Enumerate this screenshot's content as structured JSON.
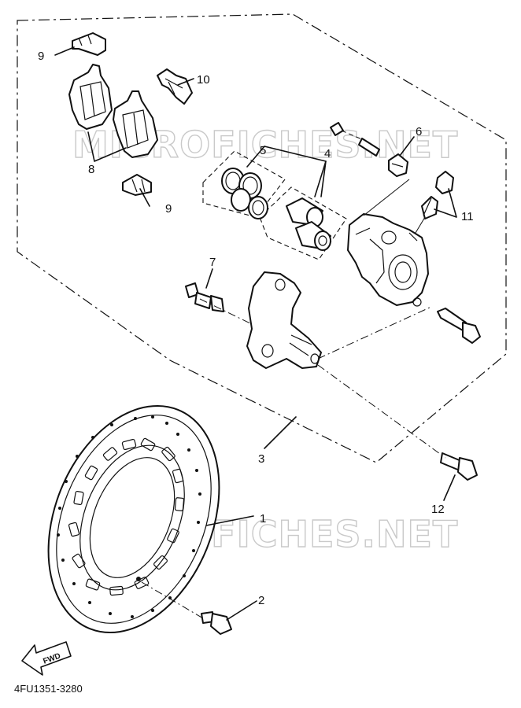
{
  "callouts": {
    "c1": "1",
    "c2": "2",
    "c3": "3",
    "c4": "4",
    "c5": "5",
    "c6": "6",
    "c7": "7",
    "c8": "8",
    "c9a": "9",
    "c9b": "9",
    "c10": "10",
    "c11": "11",
    "c12": "12"
  },
  "watermark": {
    "top": "MICROFICHES.NET",
    "bottom": "MICROFICHES.NET"
  },
  "fwd_label": "FWD",
  "diagram_code": "4FU1351-3280"
}
